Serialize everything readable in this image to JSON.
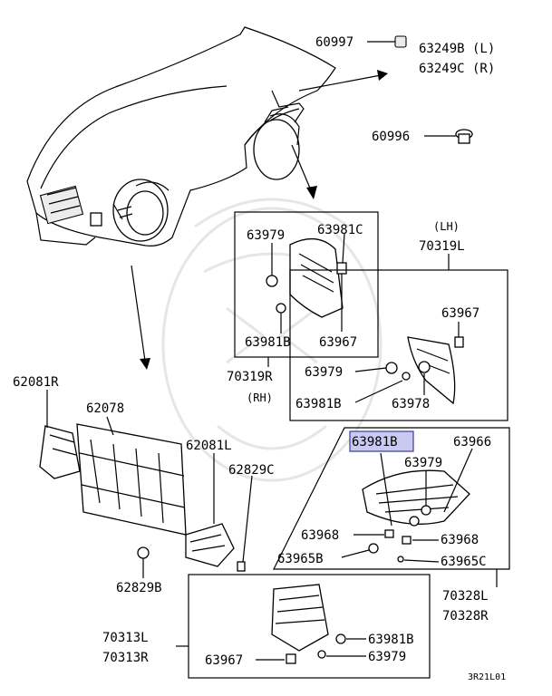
{
  "diagram_code": "3R21L01",
  "callouts": {
    "c60997": "60997",
    "c63249b": "63249B (L)",
    "c63249c": "63249C (R)",
    "c60996": "60996",
    "c63979_rh": "63979",
    "c63981c": "63981C",
    "c63981b_rh": "63981B",
    "c63967_rh": "63967",
    "c70319r": "70319R",
    "rh": "(RH)",
    "lh": "(LH)",
    "c70319l": "70319L",
    "c63967_lh": "63967",
    "c63979_lh": "63979",
    "c63981b_lh": "63981B",
    "c63978": "63978",
    "c62081r": "62081R",
    "c62078": "62078",
    "c62081l": "62081L",
    "c62829c": "62829C",
    "c62829b": "62829B",
    "c63981b_hl": "63981B",
    "c63966": "63966",
    "c63979_mid": "63979",
    "c63968_a": "63968",
    "c63968_b": "63968",
    "c63965b": "63965B",
    "c63965c": "63965C",
    "c70328l": "70328L",
    "c70328r": "70328R",
    "c70313l": "70313L",
    "c70313r": "70313R",
    "c63967_bot": "63967",
    "c63981b_bot": "63981B",
    "c63979_bot": "63979"
  },
  "colors": {
    "highlight_fill": "#c9c9f2",
    "highlight_border": "#3c3c9a",
    "line": "#000000"
  }
}
